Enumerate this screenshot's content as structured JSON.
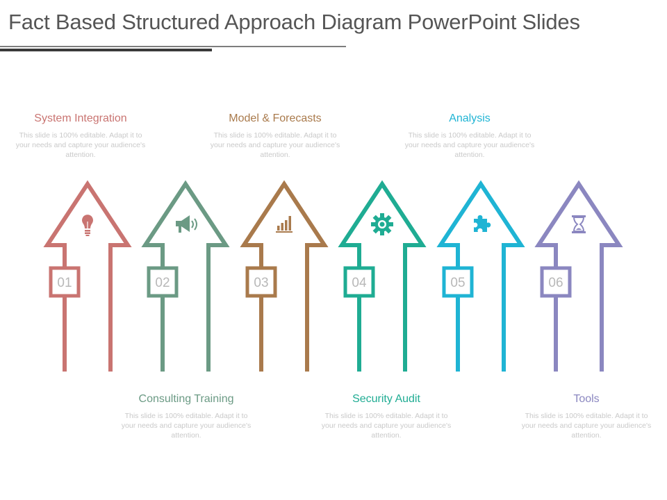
{
  "title": "Fact Based Structured Approach Diagram PowerPoint Slides",
  "steps": [
    {
      "number": "01",
      "heading": "System Integration",
      "desc": "This slide is 100% editable. Adapt it to your needs and capture your audience's attention.",
      "color": "#c97471",
      "icon": "light-bulb-icon"
    },
    {
      "number": "02",
      "heading": "Consulting Training",
      "desc": "This slide is 100% editable. Adapt it to your needs and capture your audience's attention.",
      "color": "#6b9a84",
      "icon": "megaphone-icon"
    },
    {
      "number": "03",
      "heading": "Model & Forecasts",
      "desc": "This slide is 100% editable. Adapt it to your needs and capture your audience's attention.",
      "color": "#a97a4c",
      "icon": "bar-chart-icon"
    },
    {
      "number": "04",
      "heading": "Security Audit",
      "desc": "This slide is 100% editable. Adapt it to your needs and capture your audience's attention.",
      "color": "#1fac93",
      "icon": "gear-icon"
    },
    {
      "number": "05",
      "heading": "Analysis",
      "desc": "This slide is 100% editable. Adapt it to your needs and capture your audience's attention.",
      "color": "#1fb4d4",
      "icon": "puzzle-icon"
    },
    {
      "number": "06",
      "heading": "Tools",
      "desc": "This slide is 100% editable. Adapt it to your needs and capture your audience's attention.",
      "color": "#8b87c0",
      "icon": "hourglass-icon"
    }
  ]
}
